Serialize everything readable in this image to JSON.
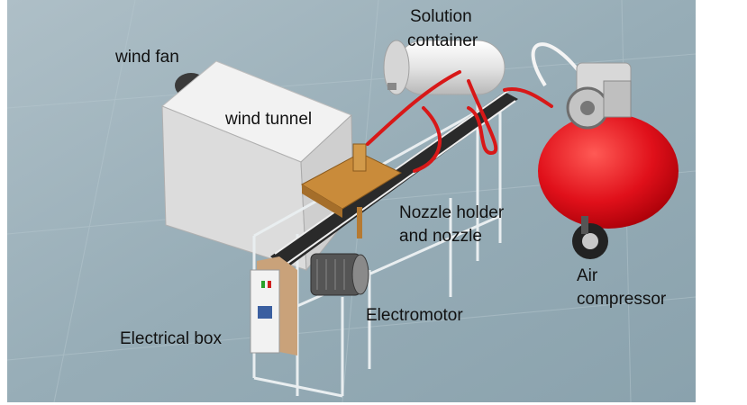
{
  "labels": {
    "wind_fan": "wind fan",
    "wind_tunnel": "wind tunnel",
    "solution_container_1": "Solution",
    "solution_container_2": "container",
    "nozzle_1": "Nozzle holder",
    "nozzle_2": "and nozzle",
    "air_compressor_1": "Air",
    "air_compressor_2": "compressor",
    "electromotor": "Electromotor",
    "electrical_box": "Electrical box"
  },
  "colors": {
    "floor": "#9fb3bc",
    "tunnel": "#e6e6e6",
    "compressor": "#e0101a",
    "hose": "#d81818",
    "plate": "#c98b3a"
  }
}
